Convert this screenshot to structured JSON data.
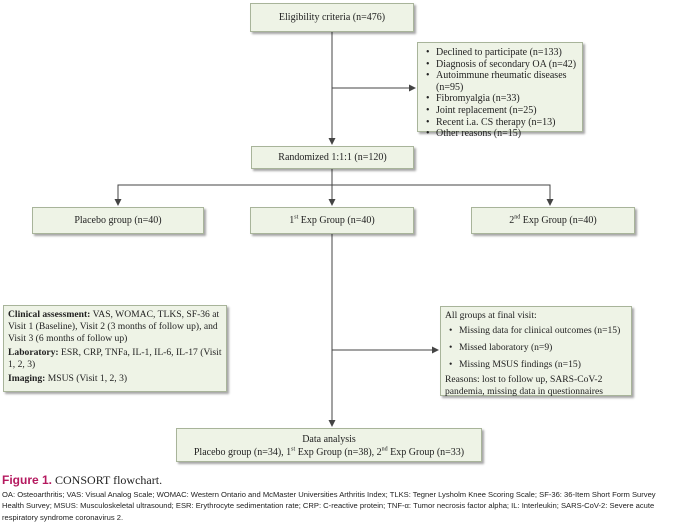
{
  "eligibility": "Eligibility criteria (n=476)",
  "exclusions": [
    "Declined to participate (n=133)",
    "Diagnosis of secondary OA (n=42)",
    "Autoimmune rheumatic diseases (n=95)",
    "Fibromyalgia (n=33)",
    "Joint replacement (n=25)",
    "Recent i.a. CS therapy (n=13)",
    "Other reasons (n=15)"
  ],
  "randomized": "Randomized 1:1:1 (n=120)",
  "groups": {
    "placebo": "Placebo group (n=40)",
    "exp1_prefix": "1",
    "exp1_sup": "st",
    "exp1_suffix": " Exp Group (n=40)",
    "exp2_prefix": "2",
    "exp2_sup": "nd",
    "exp2_suffix": " Exp Group (n=40)"
  },
  "assessment": {
    "clinical_label": "Clinical assessment:",
    "clinical_text": " VAS, WOMAC, TLKS, SF-36 at Visit 1 (Baseline), Visit 2 (3 months of follow up), and Visit 3 (6 months of follow up)",
    "lab_label": "Laboratory:",
    "lab_text": " ESR, CRP, TNFa, IL-1, IL-6, IL-17 (Visit 1, 2, 3)",
    "imaging_label": "Imaging:",
    "imaging_text": " MSUS (Visit 1, 2, 3)"
  },
  "final_visit": {
    "title": "All groups at final visit:",
    "items": [
      "Missing data for clinical outcomes (n=15)",
      "Missed laboratory (n=9)",
      "Missing MSUS findings (n=15)"
    ],
    "reasons": "Reasons: lost to follow up, SARS-CoV-2 pandemia, missing data in questionnaires"
  },
  "analysis": {
    "title": "Data analysis",
    "line_a": "Placebo group (n=34), 1",
    "sup_a": "st",
    "line_b": " Exp Group (n=38), 2",
    "sup_b": "nd",
    "line_c": " Exp Group (n=33)"
  },
  "caption": {
    "fig_label": "Figure 1.",
    "fig_title": " CONSORT flowchart.",
    "notes": "OA: Osteoarthritis; VAS: Visual Analog Scale; WOMAC: Western Ontario and McMaster Universities Arthritis Index; TLKS: Tegner Lysholm Knee Scoring Scale; SF-36: 36-Item Short Form Survey Health Survey; MSUS: Musculoskeletal ultrasound; ESR: Erythrocyte sedimentation rate; CRP: C-reactive protein; TNF-α: Tumor necrosis factor alpha; IL: Interleukin; SARS-CoV-2: Severe acute respiratory syndrome coronavirus 2."
  },
  "colors": {
    "box_fill": "#eef3e6",
    "box_border": "#a8b49a",
    "line": "#444444",
    "figure_label": "#b5195f"
  }
}
